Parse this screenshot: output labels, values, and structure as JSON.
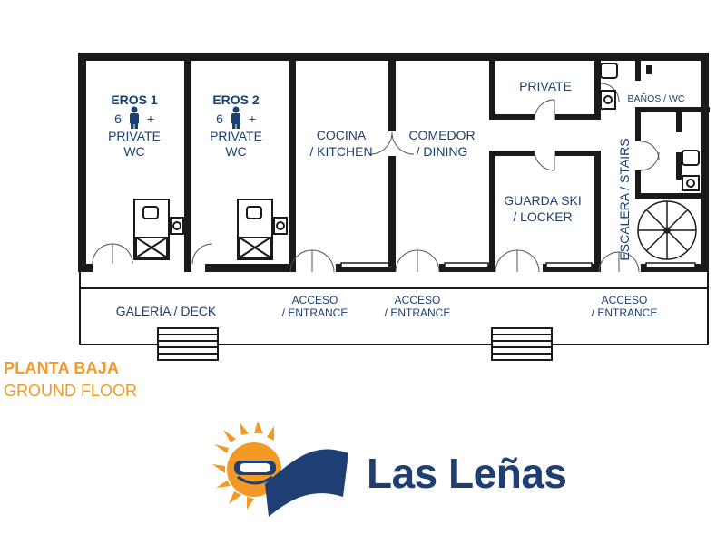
{
  "rooms": {
    "eros1": {
      "name": "EROS 1",
      "capacity": "6",
      "plus": "+",
      "line1": "PRIVATE",
      "line2": "WC"
    },
    "eros2": {
      "name": "EROS 2",
      "capacity": "6",
      "plus": "+",
      "line1": "PRIVATE",
      "line2": "WC"
    },
    "kitchen": {
      "line1": "COCINA",
      "line2": "/ KITCHEN"
    },
    "dining": {
      "line1": "COMEDOR",
      "line2": "/ DINING"
    },
    "private": "PRIVATE",
    "banos": "BAÑOS / WC",
    "locker": {
      "line1": "GUARDA SKI",
      "line2": "/ LOCKER"
    },
    "stairs": "ESCALERA / STAIRS",
    "deck": "GALERÍA / DECK"
  },
  "entrances": [
    {
      "line1": "ACCESO",
      "line2": "/ ENTRANCE"
    },
    {
      "line1": "ACCESO",
      "line2": "/ ENTRANCE"
    },
    {
      "line1": "ACCESO",
      "line2": "/ ENTRANCE"
    }
  ],
  "floor": {
    "title": "PLANTA BAJA",
    "subtitle": "GROUND FLOOR"
  },
  "brand": {
    "name": "Las Leñas",
    "icon": "sun-skier-logo-icon"
  },
  "colors": {
    "wall": "#1a1a1a",
    "text": "#1c3f73",
    "accent": "#f29a25",
    "brand": "#1d3f73"
  }
}
